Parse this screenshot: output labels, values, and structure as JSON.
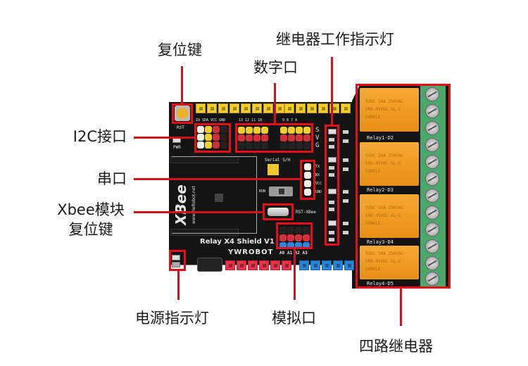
{
  "title": "Relay X4 Shield V1 功能示意图",
  "board": {
    "name": "Relay X4 Shield V1",
    "brand": "YWROBOT",
    "xbee_logo": "XBee",
    "website": "www.YwRobot.net",
    "rst_label": "RST",
    "power_led_label": "PWR",
    "serial_switch_label": "Serial S/H",
    "xbee_reset_label": "RST-XBee",
    "run_label": "RUN",
    "i2c_pins": "IO SDA VCC GND",
    "digital_pins_left": "13 12 11 10",
    "digital_pins_right": "9 8 7 4",
    "svg_labels": [
      "S",
      "V",
      "G"
    ],
    "analog_pins": "A0 A1 A2 A3",
    "serial_pins": [
      "TX",
      "RX",
      "VCC",
      "GND"
    ],
    "relays": [
      {
        "label": "Relay1-D2"
      },
      {
        "label": "Relay2-D3"
      },
      {
        "label": "Relay3-D4"
      },
      {
        "label": "Relay4-D5"
      }
    ],
    "relay_marking": [
      "5VDC 10A 250VAC",
      "SRD-05VDC-SL-C",
      "SONGLE"
    ]
  },
  "annotations": {
    "reset_button": "复位键",
    "relay_indicator": "继电器工作指示灯",
    "digital_port": "数字口",
    "i2c_port": "I2C接口",
    "serial_port": "串口",
    "xbee_reset_line1": "Xbee模块",
    "xbee_reset_line2": "复位键",
    "power_led": "电源指示灯",
    "analog_port": "模拟口",
    "four_relays": "四路继电器"
  },
  "colors": {
    "annotation_red": "#e3101a",
    "board": "#141414",
    "header_yellow": "#f3cf2a",
    "header_red": "#e8344a",
    "header_blue": "#2b86d9",
    "relay_orange": "#f2a02a",
    "terminal_green": "#4aa86b"
  }
}
